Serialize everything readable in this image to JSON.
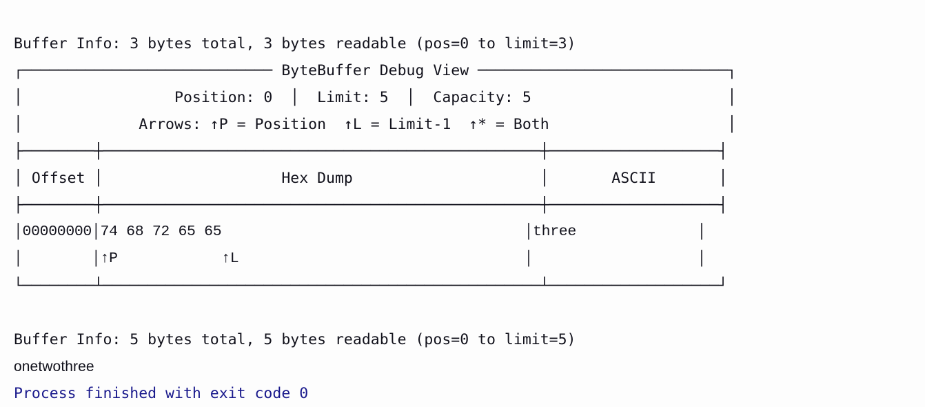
{
  "console": {
    "background_color": "#fdfdfd",
    "text_color": "#12121c",
    "exit_color": "#19198c",
    "lines": [
      "Buffer Info: 3 bytes total, 3 bytes readable (pos=0 to limit=3)",
      "┌──────────────────────────── ByteBuffer Debug View ────────────────────────────┐",
      "│                 Position: 0  │  Limit: 5  │  Capacity: 5                      │",
      "│             Arrows: ↑P = Position  ↑L = Limit-1  ↑* = Both                    │",
      "├────────┼─────────────────────────────────────────────────┼───────────────────┤",
      "│ Offset │                    Hex Dump                     │       ASCII       │",
      "├────────┼─────────────────────────────────────────────────┼───────────────────┤",
      "│00000000│74 68 72 65 65                                   │three              │",
      "│        │↑P            ↑L                                 │                   │",
      "└────────┴─────────────────────────────────────────────────┴───────────────────┘",
      "",
      "Buffer Info: 5 bytes total, 5 bytes readable (pos=0 to limit=5)",
      "onetwothree",
      "Process finished with exit code 0"
    ]
  },
  "buffer_info_top": {
    "label": "Buffer Info:",
    "total_bytes": "3 bytes total",
    "readable_bytes": "3 bytes readable",
    "range": "(pos=0 to limit=3)",
    "full_text": "Buffer Info: 3 bytes total, 3 bytes readable (pos=0 to limit=3)"
  },
  "debug_view": {
    "title": "ByteBuffer Debug View",
    "stats": {
      "position_label": "Position:",
      "position_value": "0",
      "limit_label": "Limit:",
      "limit_value": "5",
      "capacity_label": "Capacity:",
      "capacity_value": "5",
      "stats_line": "Position: 0  │  Limit: 5  │  Capacity: 5"
    },
    "legend": {
      "label": "Arrows:",
      "items": [
        "↑P = Position",
        "↑L = Limit-1",
        "↑* = Both"
      ],
      "legend_line": "Arrows: ↑P = Position  ↑L = Limit-1  ↑* = Both"
    },
    "columns": {
      "offset": "Offset",
      "hex_dump": "Hex Dump",
      "ascii": "ASCII"
    },
    "rows": [
      {
        "offset": "00000000",
        "hex": "74 68 72 65 65",
        "ascii": "three",
        "markers": "↑P            ↑L"
      }
    ]
  },
  "buffer_info_bottom": {
    "label": "Buffer Info:",
    "total_bytes": "5 bytes total",
    "readable_bytes": "5 bytes readable",
    "range": "(pos=0 to limit=5)",
    "full_text": "Buffer Info: 5 bytes total, 5 bytes readable (pos=0 to limit=5)"
  },
  "result_output": "onetwothree",
  "exit_message": "Process finished with exit code 0",
  "ascii_art": {
    "top_border_left": "┌",
    "top_border_fill": "────────────────────────────",
    "top_border_fill2": "────────────────────────────────",
    "top_border_right": "┐",
    "row_top_border": "│",
    "stats_row": "│                 ",
    "stats_row_tail": "                     │",
    "legend_row": "│             ",
    "legend_row_tail": "                   │",
    "sep_upper": "├────────┼─────────────────────────────────────────────┼──────────────────┤",
    "header_row": "│ Offset │                  Hex Dump                   │      ASCII       │",
    "sep_lower": "├────────┼─────────────────────────────────────────────┼──────────────────┤",
    "data_row": "│00000000│74 68 72 65 65                               │three             │",
    "marker_row": "│        │↑P            ↑L                             │                  │",
    "bottom_border": "└────────┴─────────────────────────────────────────────┴──────────────────┘"
  }
}
